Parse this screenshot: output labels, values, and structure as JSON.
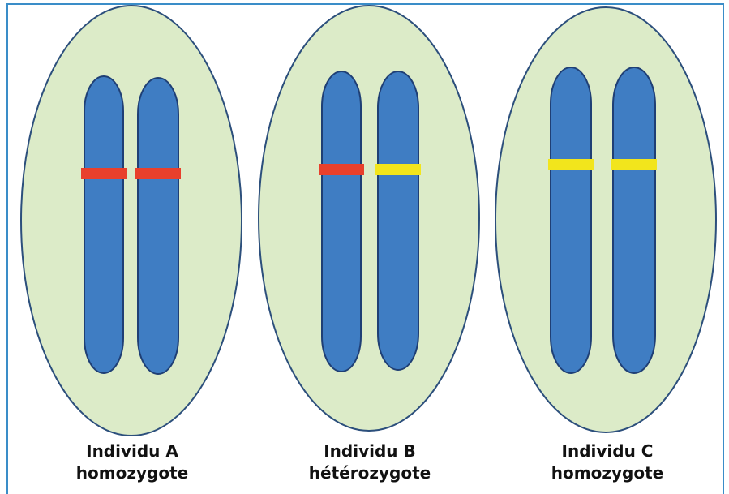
{
  "colors": {
    "frame": "#3a8dc8",
    "cell_fill": "#dcebc8",
    "cell_stroke": "#2c4f7c",
    "chromosome_fill": "#3f7dc3",
    "chromosome_stroke": "#1f3f75",
    "allele_red": "#e8402c",
    "allele_yellow": "#f2e51c"
  },
  "individuals": [
    {
      "name": "Individu A",
      "genotype": "homozygote",
      "alleles": [
        "red",
        "red"
      ]
    },
    {
      "name": "Individu B",
      "genotype": "hétérozygote",
      "alleles": [
        "red",
        "yellow"
      ]
    },
    {
      "name": "Individu C",
      "genotype": "homozygote",
      "alleles": [
        "yellow",
        "yellow"
      ]
    }
  ]
}
